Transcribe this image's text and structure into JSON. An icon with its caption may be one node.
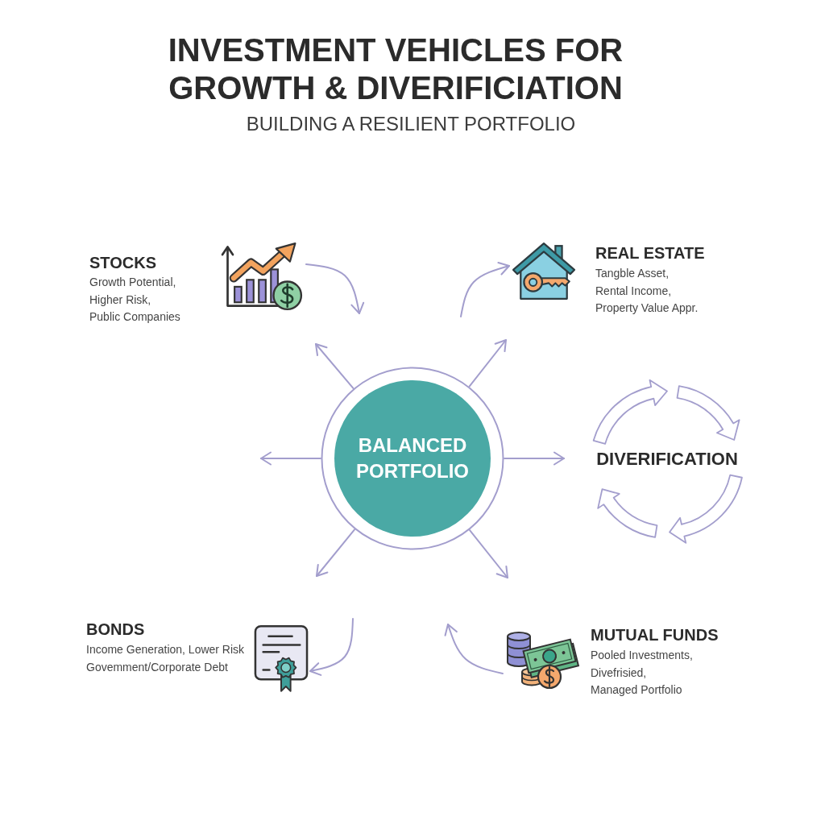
{
  "diagram": {
    "title": "INVESTMENT VEHICLES FOR GROWTH & DIVERIFICIATION",
    "nodes": [
      {
        "text": [
          "STOCKS",
          "Growth Potential, Higher Risk, Public Companies"
        ]
      },
      {
        "text": [
          "REAL ESTATE",
          "Tangble Asset, Rental Income, Property Value Appr."
        ]
      },
      {
        "text": [
          "BALANCED PORTFOLIO"
        ]
      },
      {
        "text": [
          "DIVERIFICATION"
        ]
      },
      {
        "text": [
          "BONDS",
          "Income Generation, Lower Risk Govemment/Corporate Debt"
        ]
      },
      {
        "text": [
          "MUTUAL FUNDS",
          "Pooled Investments, Divefrisied, Managed Portfolio"
        ]
      }
    ],
    "edges": [
      {
        "from": 0,
        "to": null,
        "arrow": "to"
      },
      {
        "from": null,
        "to": 1,
        "arrow": "to"
      },
      {
        "from": 2,
        "to": null,
        "arrow": "to"
      },
      {
        "from": 2,
        "to": null,
        "arrow": "to"
      },
      {
        "from": 2,
        "to": null,
        "arrow": "to"
      },
      {
        "from": 2,
        "to": null,
        "arrow": "to"
      },
      {
        "from": 2,
        "to": null,
        "arrow": "to"
      },
      {
        "from": 2,
        "to": null,
        "arrow": "to"
      },
      {
        "from": null,
        "to": 4,
        "arrow": "to"
      },
      {
        "from": 5,
        "to": null,
        "arrow": "to"
      }
    ],
    "labels": [
      "BUILDING A RESILIENT PORTFOLIO"
    ]
  }
}
